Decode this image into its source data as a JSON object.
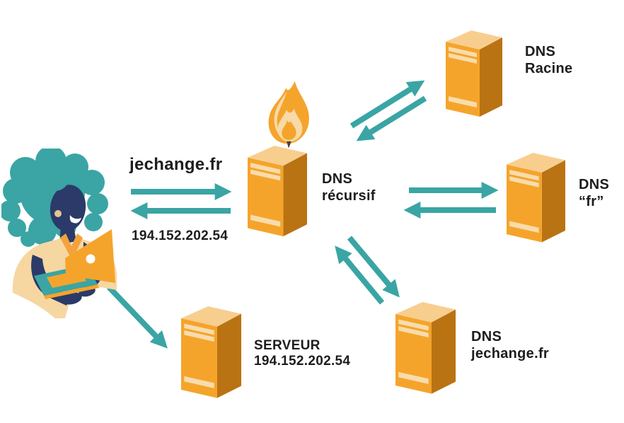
{
  "query": {
    "domain": "jechange.fr",
    "resolved_ip": "194.152.202.54"
  },
  "nodes": {
    "user": {
      "icon": "person-at-laptop-icon"
    },
    "recursive": {
      "line1": "DNS",
      "line2": "récursif",
      "icon": "server-icon",
      "badge": "flame-icon"
    },
    "root": {
      "line1": "DNS",
      "line2": "Racine",
      "icon": "server-icon"
    },
    "fr": {
      "line1": "DNS",
      "line2": "“fr”",
      "icon": "server-icon"
    },
    "authoritative": {
      "line1": "DNS",
      "line2": "jechange.fr",
      "icon": "server-icon"
    },
    "web_server": {
      "line1": "SERVEUR",
      "line2": "194.152.202.54",
      "icon": "server-icon"
    }
  },
  "edges": [
    {
      "id": "user-recursive",
      "from": "user",
      "to": "recursive",
      "direction": "both",
      "label_above_arrows": "jechange.fr",
      "label_below_arrows": "194.152.202.54"
    },
    {
      "id": "recursive-root",
      "from": "recursive",
      "to": "root",
      "direction": "both"
    },
    {
      "id": "recursive-fr",
      "from": "recursive",
      "to": "fr",
      "direction": "both"
    },
    {
      "id": "recursive-authoritative",
      "from": "recursive",
      "to": "authoritative",
      "direction": "both"
    },
    {
      "id": "user-webserver",
      "from": "user",
      "to": "web_server",
      "direction": "one-way"
    }
  ],
  "icons": {
    "flame": "flame-icon",
    "server": "server-icon",
    "user": "person-at-laptop-icon",
    "arrow": "teal-arrow"
  },
  "colors": {
    "background": "#FFFFFF",
    "teal": "#3AA5A4",
    "orange": "#F5A42B",
    "orange-side": "#B97313",
    "orange-top": "#F8CE8F",
    "stripe": "#F8DCAC",
    "navy": "#2B3A68",
    "cream": "#F6D7A2",
    "collar-orange": "#F2A33C",
    "flame-inner": "#F8D9A8",
    "earring": "#E6C492",
    "text": "#1D1D1B"
  }
}
